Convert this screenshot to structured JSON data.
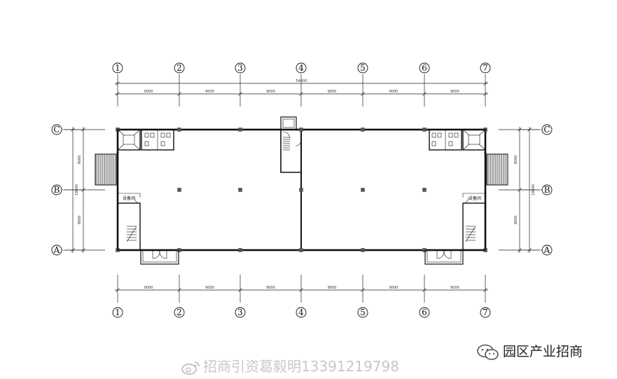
{
  "plan": {
    "grid_columns": [
      "1",
      "2",
      "3",
      "4",
      "5",
      "6",
      "7"
    ],
    "grid_rows": [
      "C",
      "B",
      "A"
    ],
    "top_overall_dim": "54000",
    "top_bay_dims": [
      "9000",
      "9000",
      "9000",
      "9000",
      "9000",
      "9000"
    ],
    "bottom_bay_dims": [
      "9000",
      "9000",
      "9000",
      "9000",
      "9000",
      "9000"
    ],
    "left_bay_dims": [
      "9000",
      "9000"
    ],
    "left_overall_dim": "18000",
    "right_bay_dims": [
      "9000",
      "9000"
    ],
    "right_overall_dim": "18000",
    "room_label_left": "设备间",
    "room_label_right": "设备间"
  },
  "watermark": {
    "text": "招商引资葛毅明13391219798",
    "icon": "weibo-icon"
  },
  "brand": {
    "text": "园区产业招商",
    "icon": "wechat-icon"
  }
}
